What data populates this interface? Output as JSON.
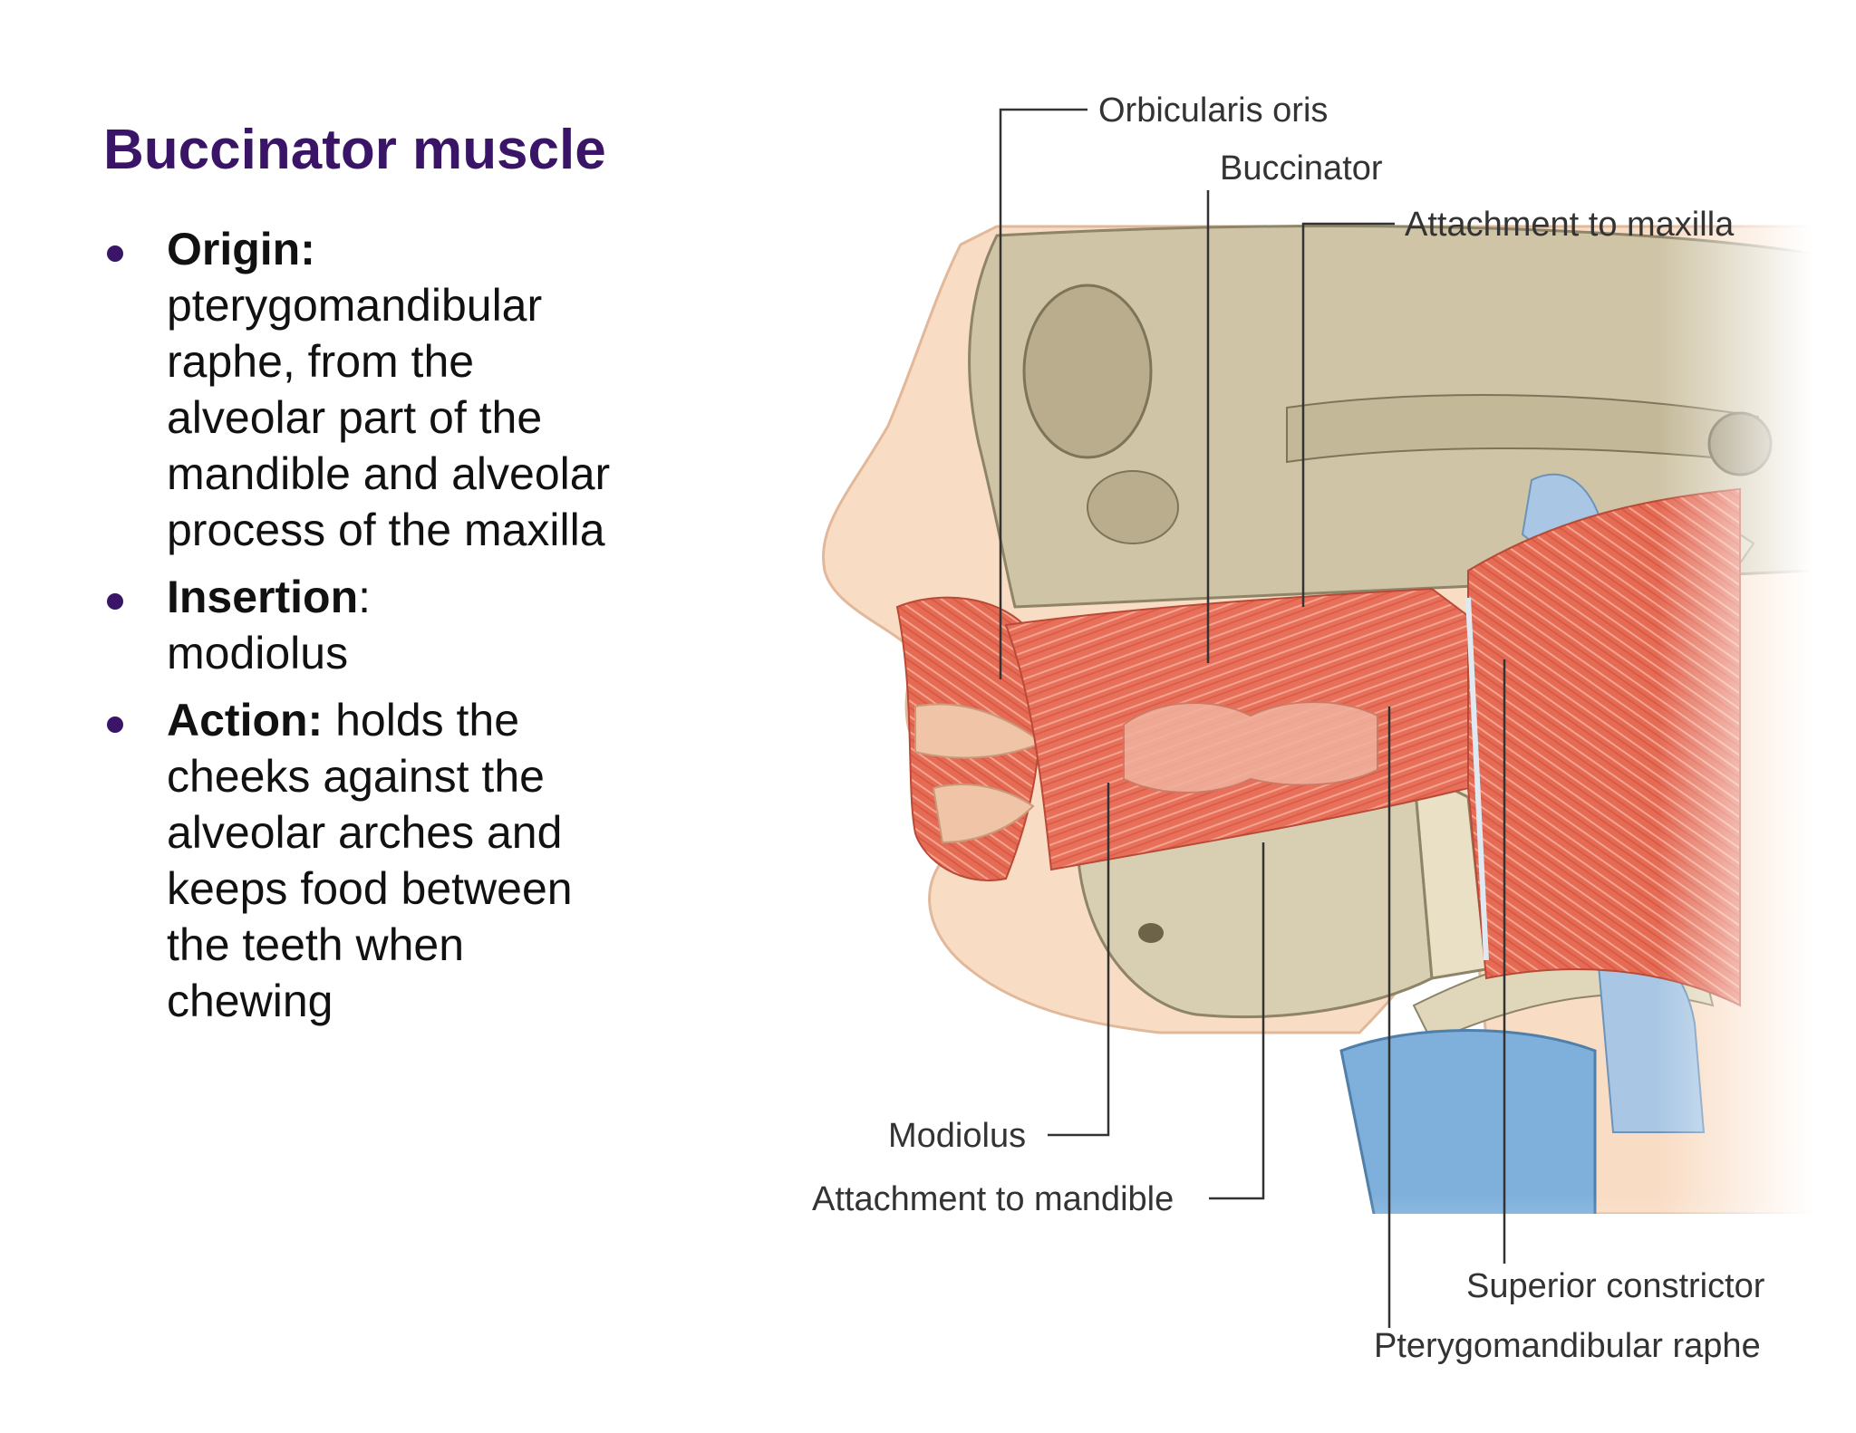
{
  "slide": {
    "title": "Buccinator muscle",
    "bullets": [
      {
        "label": "Origin:",
        "after_label": "",
        "text": "pterygomandibular raphe, from the alveolar part of the mandible and alveolar process of the maxilla",
        "label_color": "#111111"
      },
      {
        "label": "Insertion",
        "after_label": ":",
        "text": "modiolus",
        "label_color": "#111111"
      },
      {
        "label": "Action:",
        "after_label": "",
        "text": "holds the cheeks against the alveolar arches and keeps food between the teeth when chewing",
        "label_color": "#111111"
      }
    ]
  },
  "figure": {
    "labels": {
      "orbicularis_oris": "Orbicularis oris",
      "buccinator": "Buccinator",
      "attachment_maxilla": "Attachment to maxilla",
      "modiolus": "Modiolus",
      "attachment_mandible": "Attachment to mandible",
      "superior_constrictor": "Superior constrictor",
      "pterygomandibular_raphe": "Pterygomandibular raphe"
    },
    "colors": {
      "title": "#3a1466",
      "skin": "#f9dcc4",
      "bone": "#cfc4a6",
      "muscle": "#e8705a",
      "cartilage": "#7fb0dc"
    }
  }
}
